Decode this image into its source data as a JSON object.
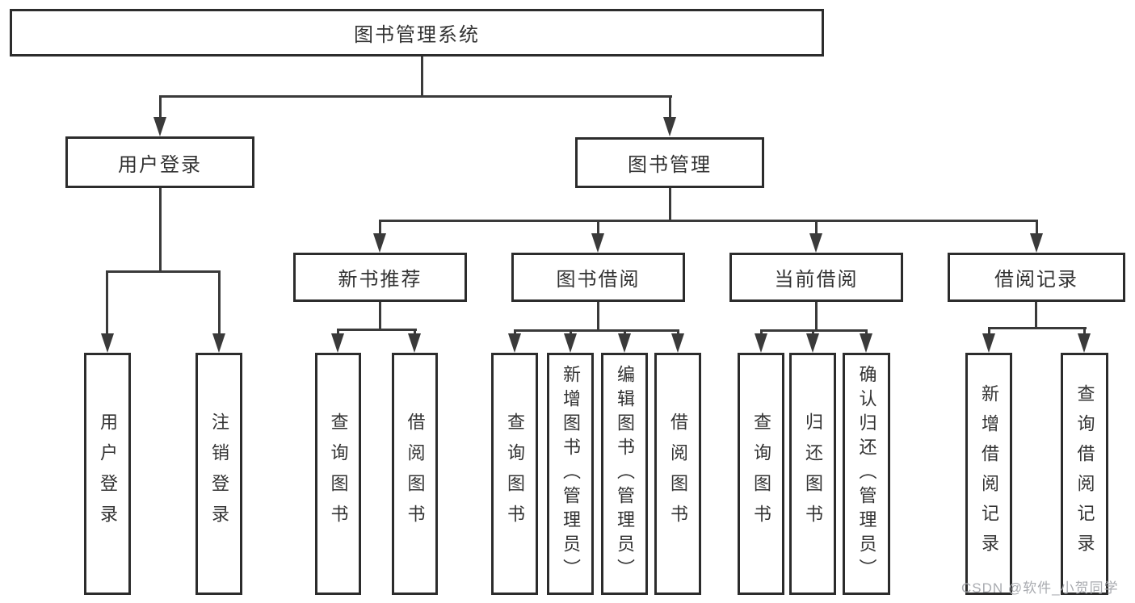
{
  "colors": {
    "line": "#3a3a3a",
    "box_border": "#2c2c2c",
    "text": "#333333",
    "watermark": "#a9abb0",
    "background": "#ffffff"
  },
  "watermark": {
    "text": "CSDN @软件_小贺同学"
  },
  "tree": {
    "label": "图书管理系统",
    "children": [
      {
        "label": "用户登录",
        "children": [
          {
            "label": "用户登录"
          },
          {
            "label": "注销登录"
          }
        ]
      },
      {
        "label": "图书管理",
        "children": [
          {
            "label": "新书推荐",
            "children": [
              {
                "label": "查询图书"
              },
              {
                "label": "借阅图书"
              }
            ]
          },
          {
            "label": "图书借阅",
            "children": [
              {
                "label": "查询图书"
              },
              {
                "label": "新增图书（管理员）"
              },
              {
                "label": "编辑图书（管理员）"
              },
              {
                "label": "借阅图书"
              }
            ]
          },
          {
            "label": "当前借阅",
            "children": [
              {
                "label": "查询图书"
              },
              {
                "label": "归还图书"
              },
              {
                "label": "确认归还（管理员）"
              }
            ]
          },
          {
            "label": "借阅记录",
            "children": [
              {
                "label": "新增借阅记录"
              },
              {
                "label": "查询借阅记录"
              }
            ]
          }
        ]
      }
    ]
  }
}
